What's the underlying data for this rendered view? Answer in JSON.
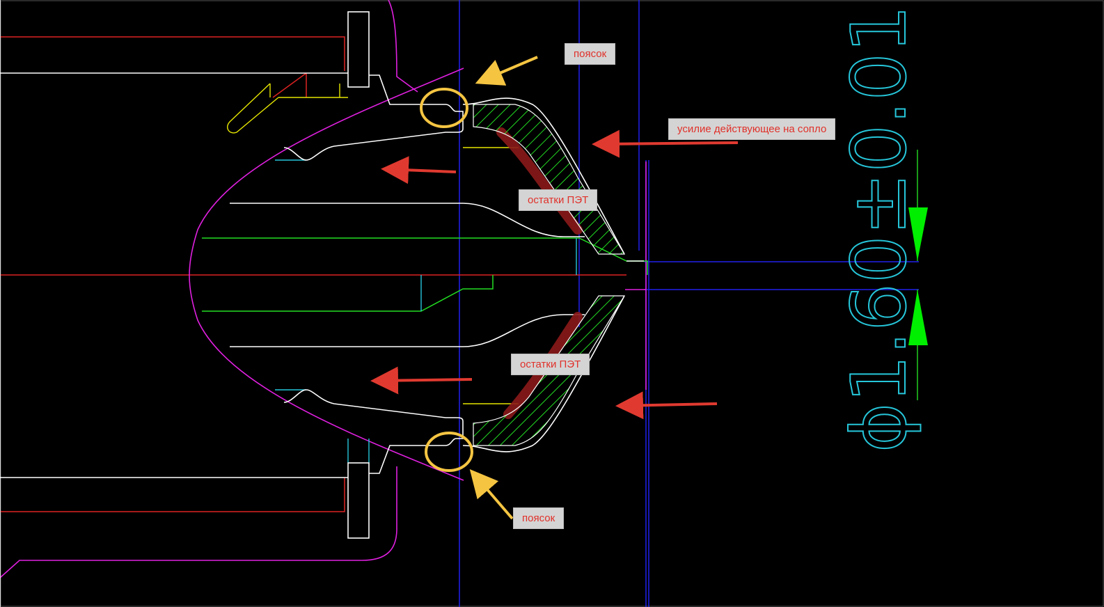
{
  "labels": {
    "belt_top": "поясок",
    "belt_bottom": "поясок",
    "force": "усилие действующее на сопло",
    "pet_top": "остатки ПЭТ",
    "pet_bottom": "остатки ПЭТ"
  },
  "dimension": {
    "text": "ϕ1.60±0.01"
  },
  "colors": {
    "background": "#000000",
    "outline": "#ffffff",
    "hatch": "#22dd22",
    "profile": "#e020e0",
    "axis": "#dd2222",
    "guide": "#2020ee",
    "dimension": "#26c6da",
    "arrow_yellow": "#f5c542",
    "arrow_red": "#e03a30",
    "residue": "#8b1a1a"
  },
  "icons": [
    "circle-marker",
    "arrow"
  ]
}
